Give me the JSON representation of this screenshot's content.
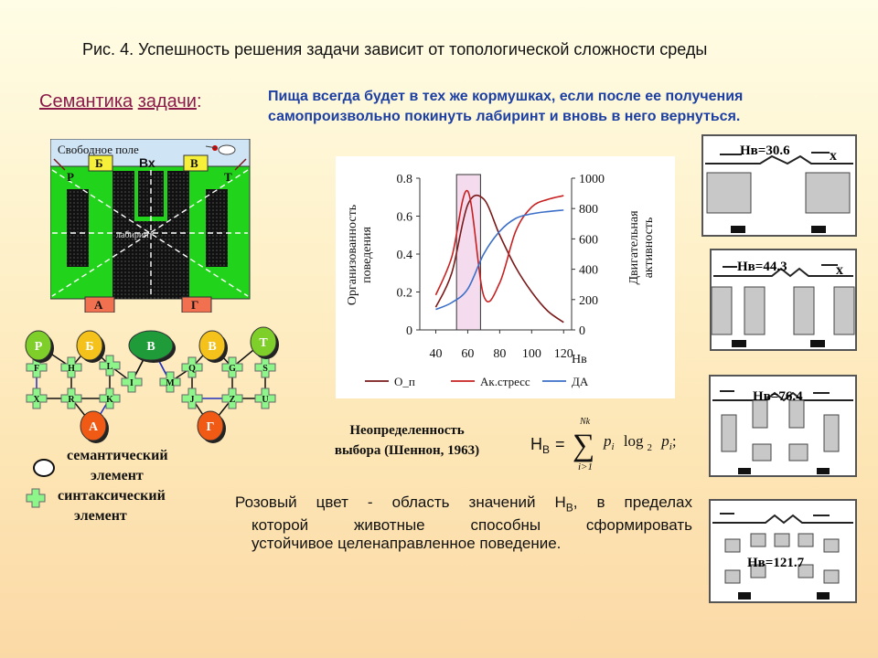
{
  "title": "Рис. 4. Успешность решения задачи зависит от топологической сложности среды",
  "semantics": {
    "word1": "Семантика",
    "word2": "задачи",
    "colon": ":"
  },
  "note": {
    "line1": "Пища всегда будет в тех же кормушках, если после ее получения",
    "line2": "самопроизвольно покинуть лабиринт и вновь в него вернуться."
  },
  "maze": {
    "free_field": "Свободное поле",
    "entrance": "Вх",
    "labyrinth": "лабиринт",
    "corners": {
      "top_left": "Р",
      "top_right": "Т"
    },
    "feeders": {
      "top_left": "Б",
      "top_right": "В",
      "bottom_left": "А",
      "bottom_right": "Г"
    }
  },
  "graph": {
    "semantic_nodes": [
      {
        "id": "Р",
        "color": "#7fcf2a"
      },
      {
        "id": "Б",
        "color": "#f4c21a"
      },
      {
        "id": "В",
        "color": "#1f9b3a"
      },
      {
        "id": "В",
        "color": "#f4c21a"
      },
      {
        "id": "Т",
        "color": "#7fcf2a"
      },
      {
        "id": "А",
        "color": "#f05a14"
      },
      {
        "id": "Г",
        "color": "#f05a14"
      }
    ],
    "syntactic_nodes": [
      "F",
      "H",
      "L",
      "I",
      "M",
      "Q",
      "G",
      "S",
      "X",
      "R",
      "K",
      "J",
      "Z",
      "U"
    ]
  },
  "legend": {
    "semantic": [
      "семантический",
      "элемент"
    ],
    "syntactic": [
      "синтаксический",
      "элемент"
    ]
  },
  "chart_data": {
    "type": "line",
    "x": [
      40,
      50,
      60,
      70,
      80,
      90,
      100,
      110,
      120
    ],
    "xlabel": "Нв",
    "x_ticks": [
      40,
      60,
      80,
      100,
      120
    ],
    "ylabel_left": "Организованность поведения",
    "ylabel_right": "Двигательная активность",
    "ylim_left": [
      0,
      0.8
    ],
    "ylim_right": [
      0,
      1000
    ],
    "y_ticks_left": [
      "0",
      "0.2",
      "0.4",
      "0.6",
      "0.8"
    ],
    "y_ticks_right": [
      "0",
      "200",
      "400",
      "600",
      "800",
      "1000"
    ],
    "highlight_range": [
      53,
      68
    ],
    "series": [
      {
        "name": "О_п",
        "axis": "left",
        "color": "#7a1a1a",
        "values": [
          0.12,
          0.3,
          0.66,
          0.69,
          0.5,
          0.33,
          0.2,
          0.1,
          0.04
        ]
      },
      {
        "name": "Ак.стресс",
        "axis": "right",
        "color": "#c82020",
        "values": [
          230,
          480,
          915,
          225,
          310,
          650,
          810,
          860,
          885
        ]
      },
      {
        "name": "ДА",
        "axis": "right",
        "color": "#3c6fc8",
        "values": [
          135,
          180,
          270,
          500,
          650,
          735,
          765,
          780,
          790
        ]
      }
    ]
  },
  "uncertainty": {
    "line1": "Неопределенность",
    "line2": "выбора (Шеннон, 1963)"
  },
  "formula": {
    "lhs": "Н",
    "sub": "В",
    "eq": "=",
    "upper": "Nk",
    "lower": "i>1",
    "body_p": "p",
    "body_i": "i",
    "log": "log",
    "base": "2",
    "end": ";"
  },
  "pink": {
    "line1": "Розовый цвет - область значений Н",
    "sub": "В",
    "line1b": ", в пределах",
    "line2": "которой животные способны сформировать",
    "line3": "устойчивое целенаправленное поведение."
  },
  "environments": [
    {
      "label": "Нв=30.6",
      "marker": "x"
    },
    {
      "label": "Нв=44.3",
      "marker": "x"
    },
    {
      "label": "Нв=76.4",
      "marker": ""
    },
    {
      "label": "Нв=121.7",
      "marker": ""
    }
  ]
}
